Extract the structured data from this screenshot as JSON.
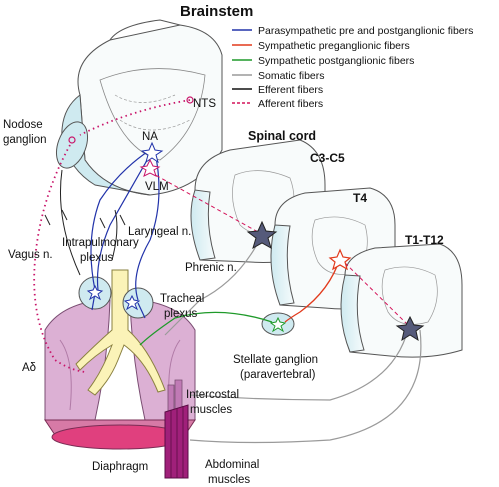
{
  "title": "Brainstem",
  "legend": [
    {
      "label": "Parasympathetic pre and postganglionic fibers",
      "color": "#2233aa",
      "dash": false
    },
    {
      "label": "Sympathetic preganglionic fibers",
      "color": "#e23a1c",
      "dash": false
    },
    {
      "label": "Sympathetic postganglionic fibers",
      "color": "#1f9a2a",
      "dash": false
    },
    {
      "label": "Somatic fibers",
      "color": "#9a9a9a",
      "dash": false
    },
    {
      "label": "Efferent fibers",
      "color": "#111111",
      "dash": false
    },
    {
      "label": "Afferent fibers",
      "color": "#d4145a",
      "dash": true
    }
  ],
  "labels": {
    "spinal_cord": "Spinal cord",
    "c3_c5": "C3-C5",
    "t4": "T4",
    "t1_t12": "T1-T12",
    "nts": "NTS",
    "na": "NA",
    "vlm": "VLM",
    "nodose_1": "Nodose",
    "nodose_2": "ganglion",
    "vagus": "Vagus n.",
    "laryngeal": "Laryngeal n.",
    "intrapulmonary_1": "Intrapulmonary",
    "intrapulmonary_2": "plexus",
    "phrenic": "Phrenic n.",
    "tracheal_1": "Tracheal",
    "tracheal_2": "plexus",
    "stellate_1": "Stellate ganglion",
    "stellate_2": "(paravertebral)",
    "a_delta": "Aδ",
    "intercostal_1": "Intercostal",
    "intercostal_2": "muscles",
    "diaphragm": "Diaphragm",
    "abdominal_1": "Abdominal",
    "abdominal_2": "muscles"
  }
}
